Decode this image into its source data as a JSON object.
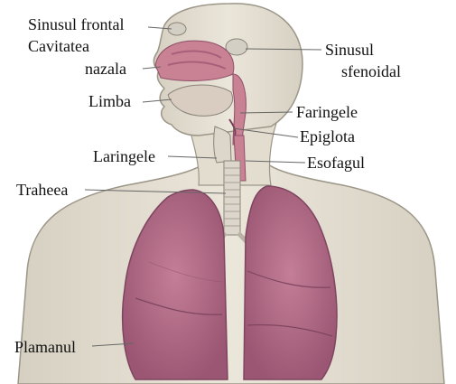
{
  "labels": {
    "sinus_frontal": "Sinusul frontal",
    "cavitatea": "Cavitatea",
    "nazala": "nazala",
    "sinus_sfenoidal_1": "Sinusul",
    "sinus_sfenoidal_2": "sfenoidal",
    "limba": "Limba",
    "faringele": "Faringele",
    "epiglota": "Epiglota",
    "laringele": "Laringele",
    "esofagul": "Esofagul",
    "traheea": "Traheea",
    "plamanul": "Plamanul"
  },
  "colors": {
    "skin": "#e4dfd2",
    "skin_shade": "#cfc8b8",
    "outline": "#8a8478",
    "lung": "#b06a84",
    "lung_dark": "#8f4d67",
    "airway": "#c98294",
    "trachea": "#dcd6cc",
    "leader": "#666666"
  }
}
